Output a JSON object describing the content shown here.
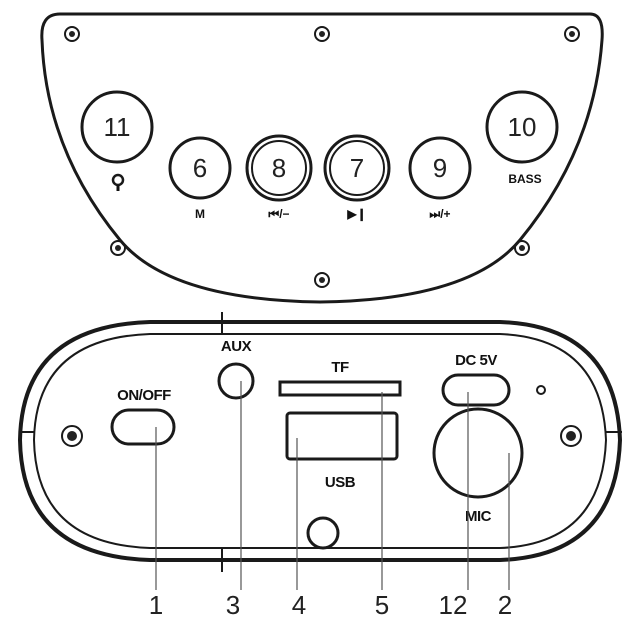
{
  "top_panel": {
    "buttons": [
      {
        "id": "11",
        "number": "11",
        "sub": "",
        "icon": "lightbulb-icon"
      },
      {
        "id": "6",
        "number": "6",
        "sub": "M",
        "icon": ""
      },
      {
        "id": "8",
        "number": "8",
        "sub": "⏮/−",
        "icon": "prev-volume-down-icon"
      },
      {
        "id": "7",
        "number": "7",
        "sub": "▶❙",
        "icon": "play-pause-icon"
      },
      {
        "id": "9",
        "number": "9",
        "sub": "⏭/+",
        "icon": "next-volume-up-icon"
      },
      {
        "id": "10",
        "number": "10",
        "sub": "BASS",
        "icon": ""
      }
    ]
  },
  "bottom_panel": {
    "labels": {
      "on_off": "ON/OFF",
      "aux": "AUX",
      "tf": "TF",
      "usb": "USB",
      "dc": "DC 5V",
      "mic": "MIC"
    }
  },
  "callouts": [
    "1",
    "3",
    "4",
    "5",
    "12",
    "2"
  ]
}
